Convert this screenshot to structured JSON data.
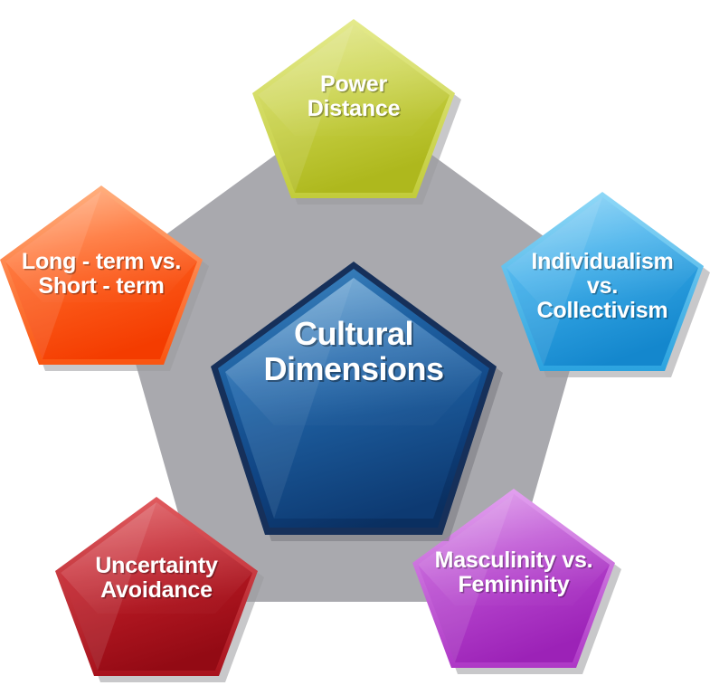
{
  "diagram": {
    "type": "pentagon-cluster-diagram",
    "background_color": "#ffffff",
    "backdrop_shape_color": "#a9a9ae",
    "center": {
      "label": "Cultural\nDimensions",
      "line1": "Cultural",
      "line2": "Dimensions",
      "fill_light": "#2f6fae",
      "fill_dark": "#0f3c73",
      "border_color": "#16305a",
      "text_color": "#ffffff"
    },
    "nodes": [
      {
        "id": "power-distance",
        "label": "Power\nDistance",
        "position": "top",
        "fill_light": "#d0d95a",
        "fill_dark": "#b0ba22",
        "edge_color": "#c3cd3d",
        "text_color": "#ffffff"
      },
      {
        "id": "individualism-vs-collectivism",
        "label": "Individualism\nvs.\nCollectivism",
        "position": "right",
        "fill_light": "#55bdef",
        "fill_dark": "#1d93d6",
        "edge_color": "#2aa7e0",
        "text_color": "#ffffff"
      },
      {
        "id": "masculinity-vs-femininity",
        "label": "Masculinity vs.\nFemininity",
        "position": "bottom-right",
        "fill_light": "#c964de",
        "fill_dark": "#a52cc0",
        "edge_color": "#b844d0",
        "text_color": "#ffffff"
      },
      {
        "id": "uncertainty-avoidance",
        "label": "Uncertainty\nAvoidance",
        "position": "bottom-left",
        "fill_light": "#c8202c",
        "fill_dark": "#9d0d18",
        "edge_color": "#b4161f",
        "text_color": "#ffffff"
      },
      {
        "id": "long-term-vs-short-term",
        "label": "Long - term vs.\nShort - term",
        "position": "left",
        "fill_light": "#ff7a3c",
        "fill_dark": "#f74405",
        "edge_color": "#fb5a18",
        "text_color": "#ffffff"
      }
    ]
  }
}
